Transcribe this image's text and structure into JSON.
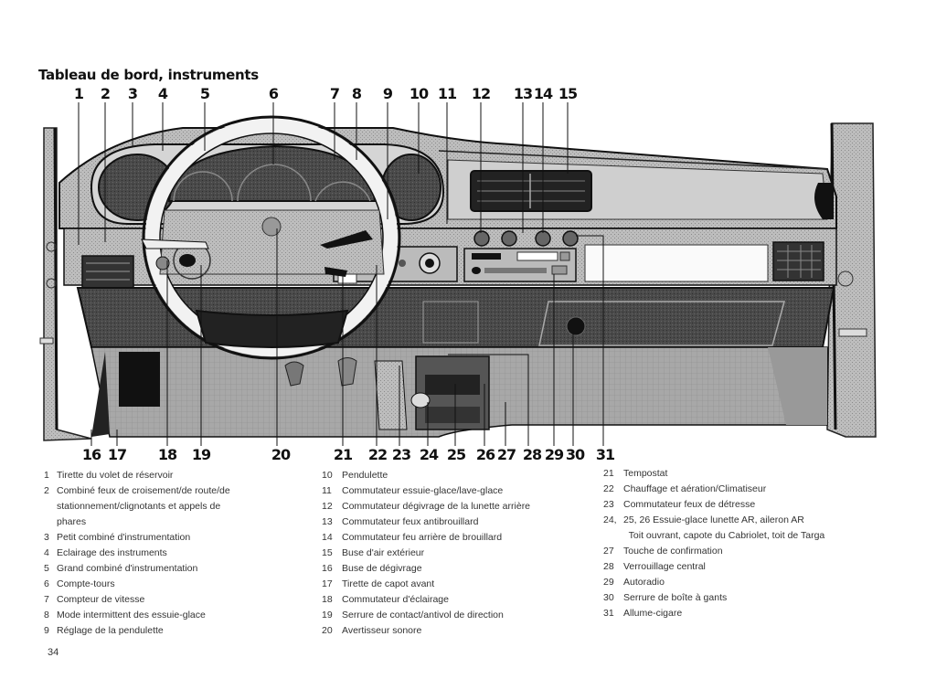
{
  "document": {
    "title": "Tableau de bord, instruments",
    "page_number": "34"
  },
  "callouts_top": [
    "1",
    "2",
    "3",
    "4",
    "5",
    "6",
    "7",
    "8",
    "9",
    "10",
    "11",
    "12",
    "13",
    "14",
    "15"
  ],
  "callouts_bottom": [
    "16",
    "17",
    "18",
    "19",
    "20",
    "21",
    "22",
    "23",
    "24",
    "25",
    "26",
    "27",
    "28",
    "29",
    "30",
    "31"
  ],
  "legend": {
    "col1": [
      {
        "num": "1",
        "text": "Tirette du volet de réservoir"
      },
      {
        "num": "2",
        "text": "Combiné feux de croisement/de route/de"
      },
      {
        "num": "",
        "text": "stationnement/clignotants et appels de"
      },
      {
        "num": "",
        "text": "phares"
      },
      {
        "num": "3",
        "text": "Petit combiné d'instrumentation"
      },
      {
        "num": "4",
        "text": "Eclairage des instruments"
      },
      {
        "num": "5",
        "text": "Grand combiné d'instrumentation"
      },
      {
        "num": "6",
        "text": "Compte-tours"
      },
      {
        "num": "7",
        "text": "Compteur de vitesse"
      },
      {
        "num": "8",
        "text": "Mode intermittent des essuie-glace"
      },
      {
        "num": "9",
        "text": "Réglage de la pendulette"
      }
    ],
    "col2": [
      {
        "num": "10",
        "text": "Pendulette"
      },
      {
        "num": "11",
        "text": "Commutateur essuie-glace/lave-glace"
      },
      {
        "num": "12",
        "text": "Commutateur dégivrage de la lunette arrière"
      },
      {
        "num": "13",
        "text": "Commutateur feux antibrouillard"
      },
      {
        "num": "14",
        "text": "Commutateur feu arrière de brouillard"
      },
      {
        "num": "15",
        "text": "Buse d'air extérieur"
      },
      {
        "num": "16",
        "text": "Buse de dégivrage"
      },
      {
        "num": "17",
        "text": "Tirette de capot avant"
      },
      {
        "num": "18",
        "text": "Commutateur d'éclairage"
      },
      {
        "num": "19",
        "text": "Serrure de contact/antivol de direction"
      },
      {
        "num": "20",
        "text": "Avertisseur sonore"
      }
    ],
    "col3": [
      {
        "num": "21",
        "text": "Tempostat"
      },
      {
        "num": "22",
        "text": "Chauffage et aération/Climatiseur"
      },
      {
        "num": "23",
        "text": "Commutateur feux de détresse"
      },
      {
        "num": "24,",
        "text": "25, 26 Essuie-glace lunette AR, aileron AR"
      },
      {
        "num": "",
        "text": "  Toit ouvrant, capote du Cabriolet, toit de Targa"
      },
      {
        "num": "27",
        "text": "Touche de confirmation"
      },
      {
        "num": "28",
        "text": "Verrouillage central"
      },
      {
        "num": "29",
        "text": "Autoradio"
      },
      {
        "num": "30",
        "text": "Serrure de boîte à gants"
      },
      {
        "num": "31",
        "text": "Allume-cigare"
      }
    ]
  },
  "colors": {
    "ink": "#111111",
    "dash_light": "#c8c8c8",
    "dash_mid": "#9a9a9a",
    "dash_dark": "#4a4a4a"
  }
}
